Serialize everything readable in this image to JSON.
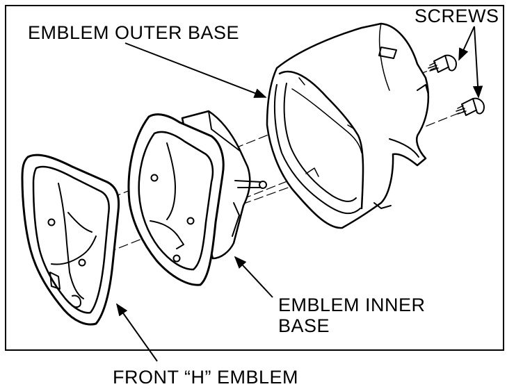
{
  "diagram": {
    "labels": {
      "emblem_outer_base": "EMBLEM OUTER BASE",
      "screws": "SCREWS",
      "emblem_inner_base_line1": "EMBLEM INNER",
      "emblem_inner_base_line2": "BASE",
      "front_h_emblem": "FRONT “H” EMBLEM"
    }
  }
}
